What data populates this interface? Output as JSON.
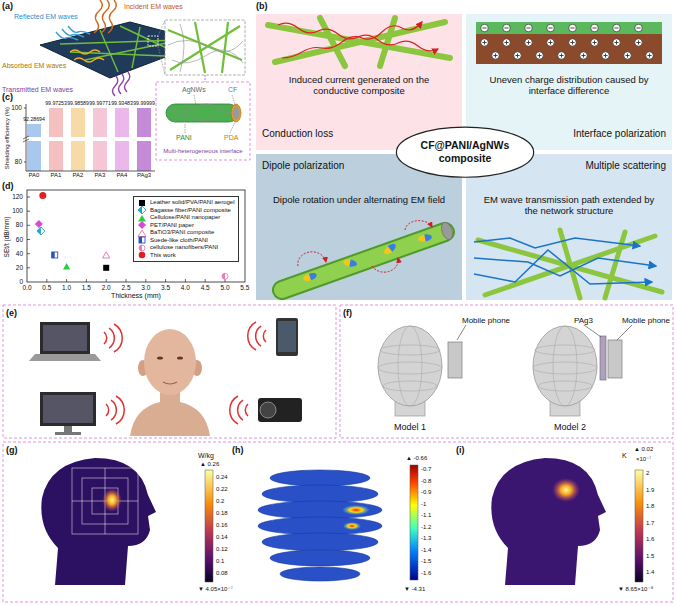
{
  "diagram": {
    "nodes": [
      {
        "text": [
          "Induced current generated on the conductive composite",
          "Conduction loss"
        ]
      },
      {
        "text": [
          "Uneven charge distribution caused by interface difference",
          "Interface polarization"
        ]
      },
      {
        "text": [
          "Dipole polarization",
          "Dipole rotation under alternating EM field"
        ]
      },
      {
        "text": [
          "Multiple scattering",
          "EM wave transmission path extended by the network structure"
        ]
      },
      {
        "text": [
          "CF@PANI/AgNWs composite"
        ]
      }
    ],
    "labels": [
      "(a)",
      "Reflected EM waves",
      "Incident EM waves",
      "Absorbed EM waves",
      "Transmitted EM waves",
      "AgNWs",
      "CF",
      "PANI",
      "PDA",
      "Multi-heterogeneous interface",
      "(b)",
      "(c)",
      "Shielding efficiency (%)",
      "100",
      "80",
      "92.28694",
      "99.97253",
      "99.98589",
      "99.99771",
      "99.93483",
      "99.99999",
      "PA0",
      "PA1",
      "PA2",
      "PA3",
      "PA4",
      "PAg3",
      "(d)",
      "SEt/t (dB/mm)",
      "0",
      "20",
      "40",
      "60",
      "80",
      "100",
      "120",
      "0.0",
      "0.5",
      "1.0",
      "1.5",
      "2.0",
      "2.5",
      "3.0",
      "3.5",
      "4.0",
      "4.5",
      "5.0",
      "5.5",
      "Thickness (mm)",
      "(e)",
      "(f)",
      "Mobile phone",
      "Model 1",
      "PAg3",
      "Mobile phone",
      "Model 2",
      "(g)",
      "W/kg",
      "▲ 0.26",
      "0.24",
      "0.22",
      "0.2",
      "0.18",
      "0.16",
      "0.14",
      "0.12",
      "0.1",
      "0.08",
      "▼ 4.05×10⁻⁷",
      "(h)",
      "▲ -0.66",
      "-0.7",
      "-0.8",
      "-0.9",
      "-1",
      "-1.1",
      "-1.2",
      "-1.3",
      "-1.4",
      "-1.5",
      "-1.6",
      "▼ -4.31",
      "(i)",
      "K",
      "▲ 0.02",
      "×10⁻⁷",
      "2",
      "1.9",
      "1.8",
      "1.7",
      "1.6",
      "1.5",
      "1.4",
      "▼ 8.65×10⁻⁸"
    ],
    "legend": [
      {
        "text": "Leather solid/PVA/PANI aerogel"
      },
      {
        "text": "Bagasse fiber/PANI composite"
      },
      {
        "text": "Cellulose/PANI nanopaper"
      },
      {
        "text": "PET/PANI paper"
      },
      {
        "text": "BaTiO3/PANI composite"
      },
      {
        "text": "Suede-like cloth/PANI"
      },
      {
        "text": "cellulose nanofibers/PANI"
      },
      {
        "text": "This work"
      }
    ]
  }
}
